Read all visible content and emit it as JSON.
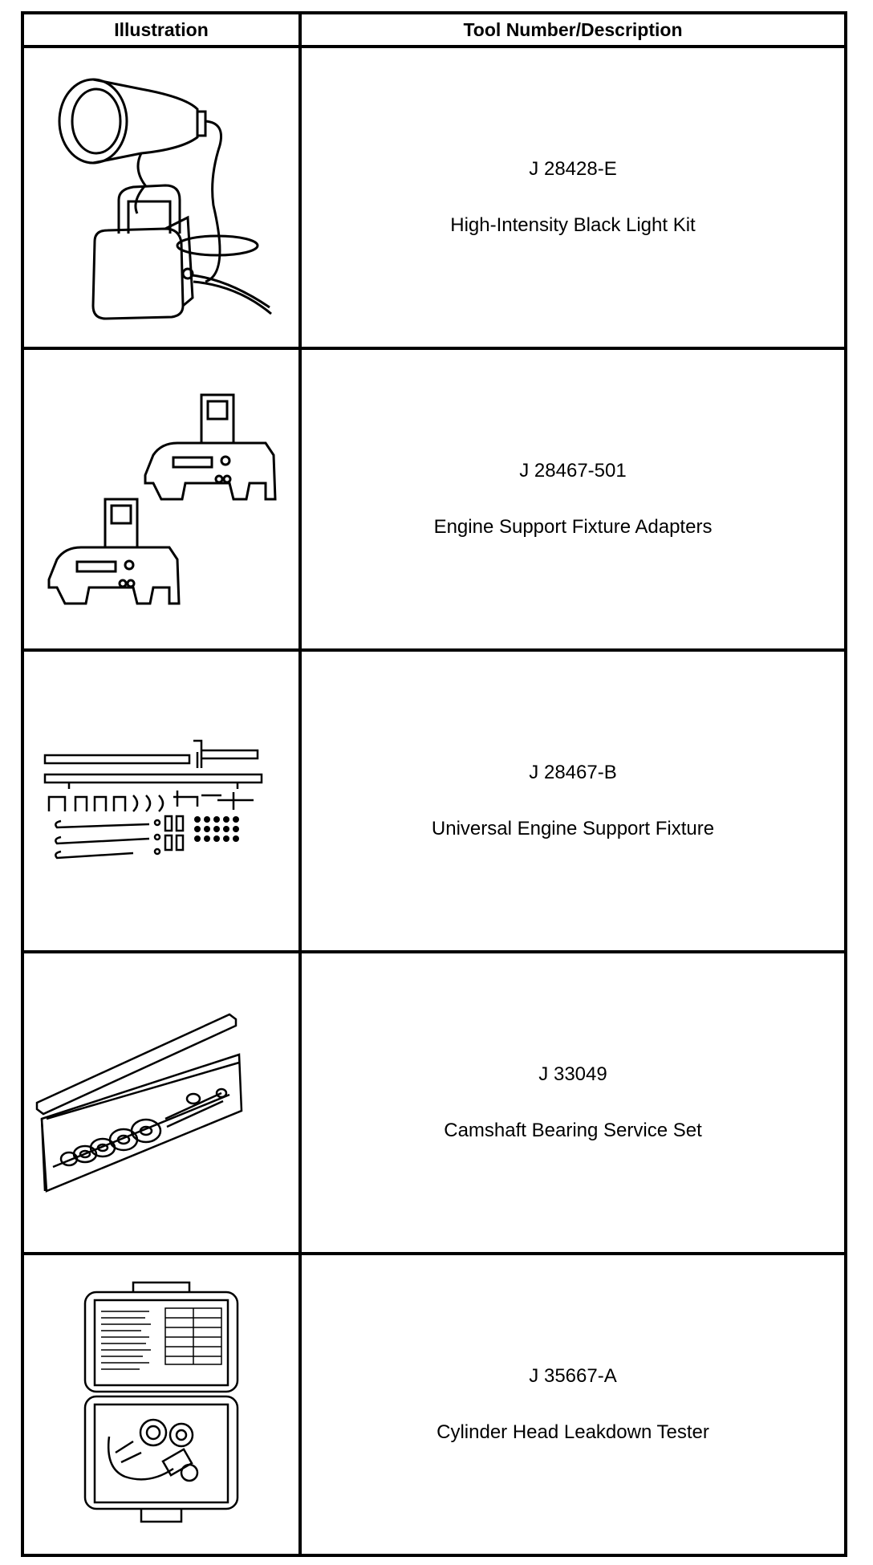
{
  "header": {
    "illustration": "Illustration",
    "tool": "Tool Number/Description"
  },
  "rows": [
    {
      "number": "J 28428-E",
      "description": "High-Intensity Black Light Kit",
      "illustration_icon": "black-light-kit-icon"
    },
    {
      "number": "J 28467-501",
      "description": "Engine Support Fixture Adapters",
      "illustration_icon": "fixture-adapters-icon"
    },
    {
      "number": "J 28467-B",
      "description": "Universal Engine Support Fixture",
      "illustration_icon": "support-fixture-icon"
    },
    {
      "number": "J 33049",
      "description": "Camshaft Bearing Service Set",
      "illustration_icon": "camshaft-bearing-set-icon"
    },
    {
      "number": "J 35667-A",
      "description": "Cylinder Head Leakdown Tester",
      "illustration_icon": "leakdown-tester-icon"
    }
  ]
}
